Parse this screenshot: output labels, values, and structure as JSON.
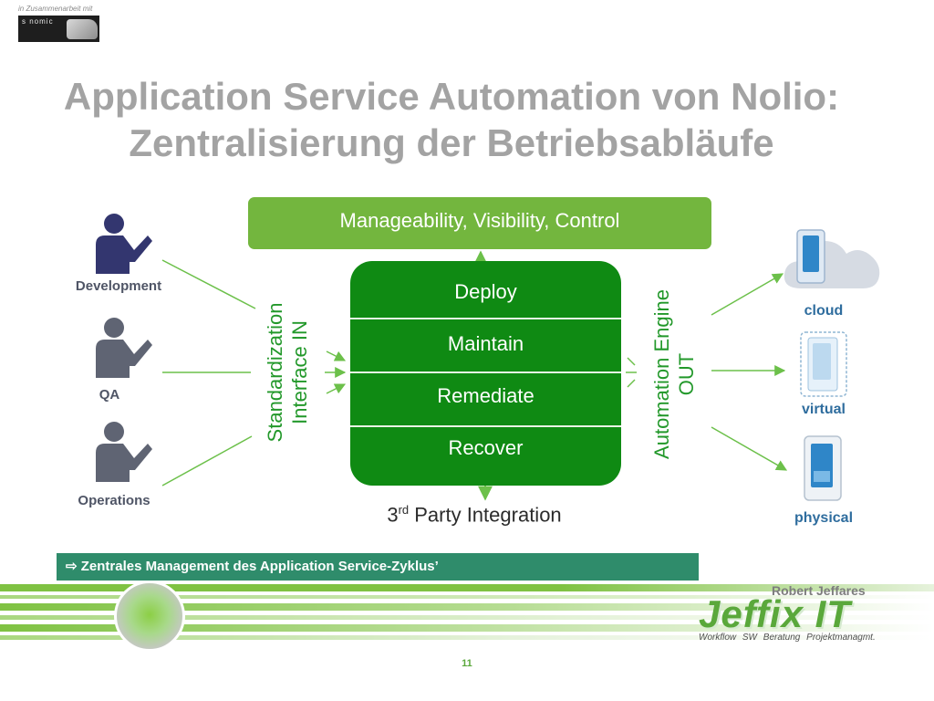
{
  "partner": {
    "label": "in Zusammenarbeit mit",
    "logo_text": "s nomic"
  },
  "title": {
    "line1": "Application Service Automation von Nolio:",
    "line2": "Zentralisierung der Betriebsabläufe"
  },
  "diagram": {
    "top_banner": "Manageability, Visibility, Control",
    "phases": [
      "Deploy",
      "Maintain",
      "Remediate",
      "Recover"
    ],
    "input_label": {
      "line1": "Standardization",
      "line2": "Interface IN"
    },
    "output_label": {
      "line1": "Automation Engine",
      "line2": "OUT"
    },
    "bottom_label": {
      "prefix": "3",
      "superscript": "rd",
      "suffix": " Party Integration"
    },
    "roles": [
      "Development",
      "QA",
      "Operations"
    ],
    "environments": [
      "cloud",
      "virtual",
      "physical"
    ]
  },
  "callout": {
    "arrow": "⇨",
    "text": "Zentrales Management des Application Service-Zyklus’"
  },
  "branding": {
    "author": "Robert Jeffares",
    "name": "Jeffix IT",
    "tagline": "Workflow SW   Beratung   Projektmanagmt."
  },
  "page_number": "11",
  "colors": {
    "title_gray": "#a3a3a3",
    "banner_green": "#73b63e",
    "core_green": "#0f8a13",
    "label_green": "#22982a",
    "callout_teal": "#2f8c6b",
    "env_blue": "#2f6d9e",
    "role_navy": "#33366f"
  }
}
